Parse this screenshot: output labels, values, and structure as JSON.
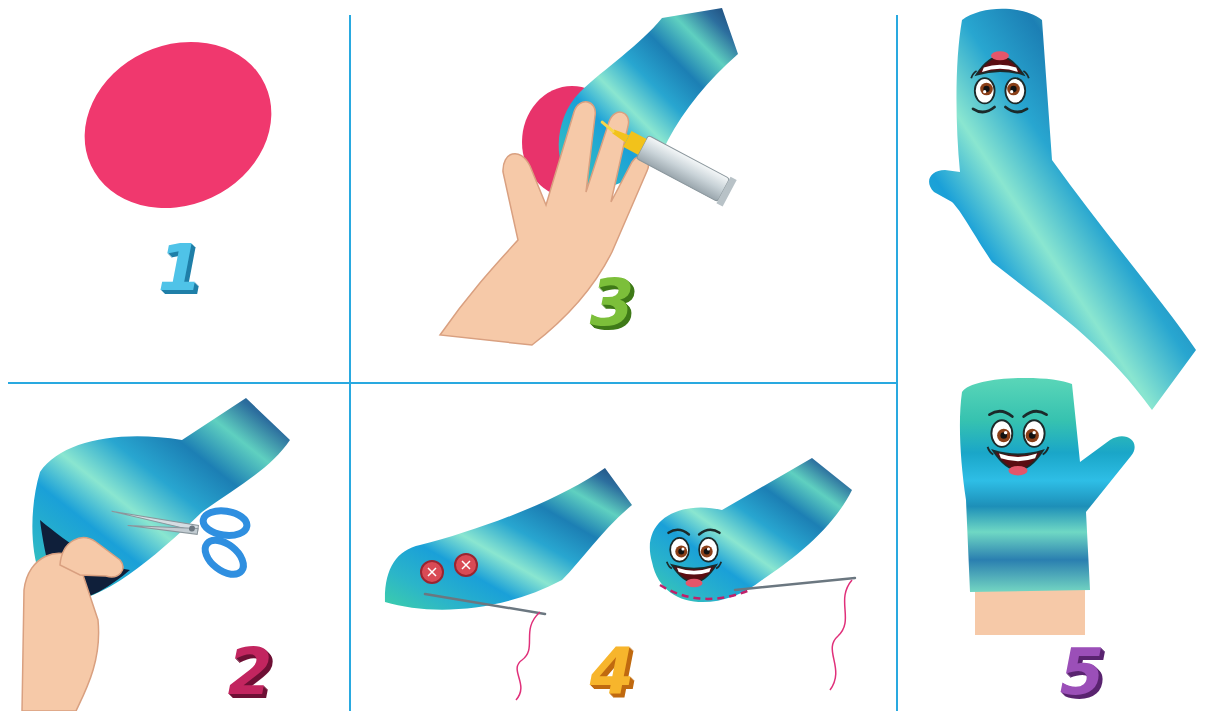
{
  "diagram": {
    "labels": [
      "1",
      "3",
      "5",
      "2",
      "4"
    ]
  }
}
